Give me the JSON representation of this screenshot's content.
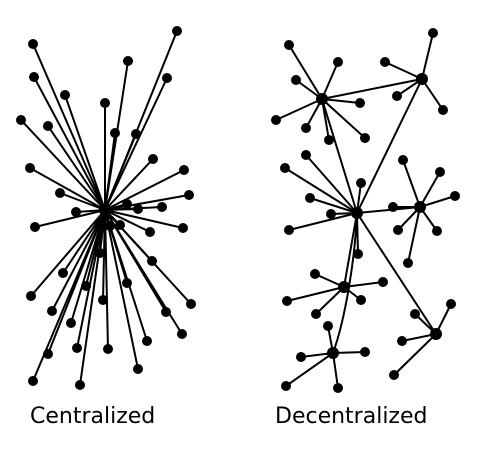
{
  "captions": {
    "centralized": "Centralized",
    "decentralized": "Decentralized"
  },
  "colors": {
    "ink": "#000000",
    "background": "#ffffff"
  },
  "networks": {
    "centralized": {
      "hubs": 1,
      "leaves": 44
    },
    "decentralized": {
      "hubs": 7,
      "leaves": 39
    }
  }
}
